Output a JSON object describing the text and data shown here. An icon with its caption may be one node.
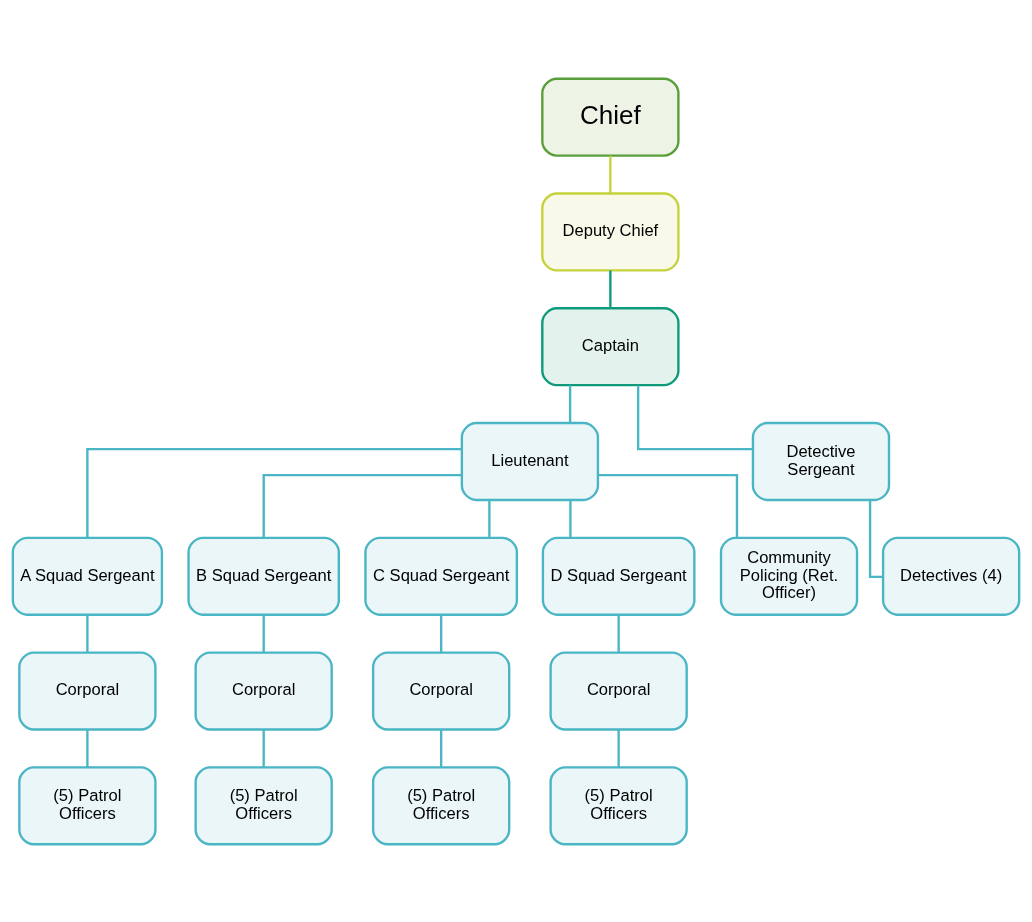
{
  "diagram": {
    "nodes": [
      {
        "text": [
          "Chief"
        ]
      },
      {
        "text": [
          "Deputy Chief"
        ]
      },
      {
        "text": [
          "Captain"
        ]
      },
      {
        "text": [
          "Lieutenant"
        ]
      },
      {
        "text": [
          "Detective Sergeant"
        ]
      },
      {
        "text": [
          "A Squad Sergeant"
        ]
      },
      {
        "text": [
          "B Squad Sergeant"
        ]
      },
      {
        "text": [
          "C Squad Sergeant"
        ]
      },
      {
        "text": [
          "D Squad Sergeant"
        ]
      },
      {
        "text": [
          "Community Policing (Ret. Officer)"
        ]
      },
      {
        "text": [
          "Detectives (4)"
        ]
      },
      {
        "text": [
          "Corporal"
        ]
      },
      {
        "text": [
          "Corporal"
        ]
      },
      {
        "text": [
          "Corporal"
        ]
      },
      {
        "text": [
          "Corporal"
        ]
      },
      {
        "text": [
          "(5) Patrol Officers"
        ]
      },
      {
        "text": [
          "(5) Patrol Officers"
        ]
      },
      {
        "text": [
          "(5) Patrol Officers"
        ]
      },
      {
        "text": [
          "(5) Patrol Officers"
        ]
      }
    ],
    "edges": [
      {
        "from": 0,
        "to": 1,
        "arrow": "none",
        "color": "#c5d23c"
      },
      {
        "from": 1,
        "to": 2,
        "arrow": "none",
        "color": "#0e9a7a"
      },
      {
        "from": 2,
        "to": 3,
        "arrow": "none"
      },
      {
        "from": 2,
        "to": 4,
        "arrow": "none"
      },
      {
        "from": 3,
        "to": 5,
        "arrow": "none"
      },
      {
        "from": 3,
        "to": 6,
        "arrow": "none"
      },
      {
        "from": 3,
        "to": 7,
        "arrow": "none"
      },
      {
        "from": 3,
        "to": 8,
        "arrow": "none"
      },
      {
        "from": 3,
        "to": 9,
        "arrow": "none"
      },
      {
        "from": 4,
        "to": 10,
        "arrow": "none"
      },
      {
        "from": 5,
        "to": 11,
        "arrow": "none"
      },
      {
        "from": 6,
        "to": 12,
        "arrow": "none"
      },
      {
        "from": 7,
        "to": 13,
        "arrow": "none"
      },
      {
        "from": 8,
        "to": 14,
        "arrow": "none"
      },
      {
        "from": 11,
        "to": 15,
        "arrow": "none"
      },
      {
        "from": 12,
        "to": 16,
        "arrow": "none"
      },
      {
        "from": 13,
        "to": 17,
        "arrow": "none"
      },
      {
        "from": 14,
        "to": 18,
        "arrow": "none"
      }
    ]
  }
}
